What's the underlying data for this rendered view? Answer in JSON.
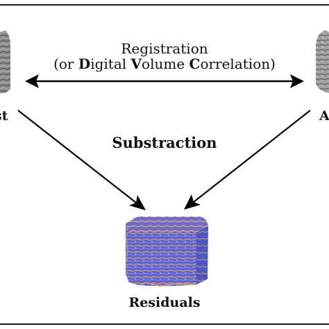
{
  "diagram": {
    "registration_line1": "Registration",
    "registration_line2": {
      "pre": "(or ",
      "d": "D",
      "igital": "igital ",
      "v": "V",
      "olume": "olume ",
      "c": "C",
      "orrelation": "orrelation)"
    },
    "subtraction_label": "Substraction",
    "residuals_label": "Residuals",
    "left_label_fragment": "st",
    "right_label_fragment": "A"
  },
  "colors": {
    "arrow": "#000000",
    "frame": "#1a1a1a",
    "left_volume": "#8a8a8a",
    "right_volume": "#9a9a9a",
    "residual_blue": "#5a63d6",
    "residual_orange": "#d9a06a"
  }
}
